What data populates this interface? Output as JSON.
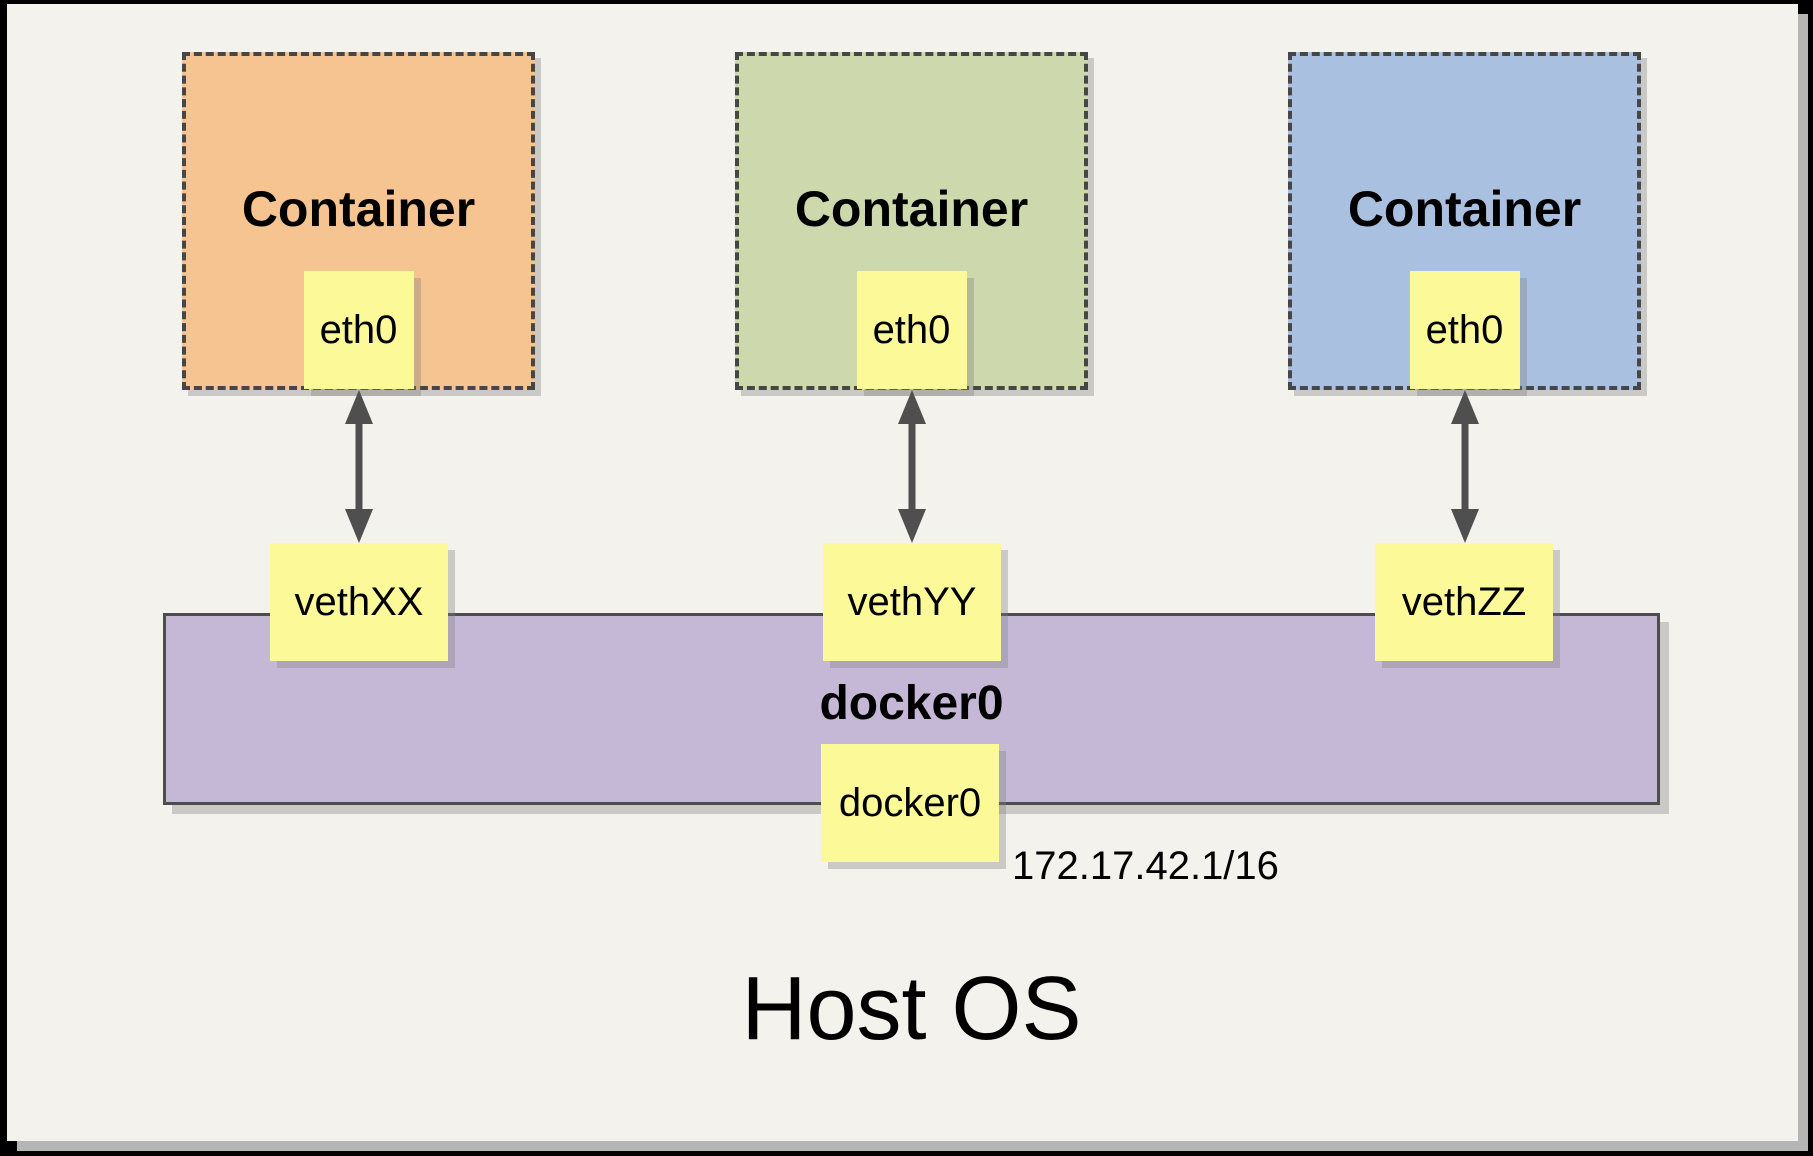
{
  "containers": [
    {
      "title": "Container",
      "eth": "eth0",
      "veth": "vethXX",
      "fill": "#f6c490"
    },
    {
      "title": "Container",
      "eth": "eth0",
      "veth": "vethYY",
      "fill": "#cdd8ad"
    },
    {
      "title": "Container",
      "eth": "eth0",
      "veth": "vethZZ",
      "fill": "#aac0e0"
    }
  ],
  "bridge": {
    "label": "docker0",
    "chip": "docker0",
    "ip": "172.17.42.1/16",
    "fill": "#c5b8d6"
  },
  "host": {
    "label": "Host OS"
  },
  "colors": {
    "chip_fill": "#fcfa98",
    "canvas_background": "#f4f2ec",
    "frame": "#000000",
    "arrow": "#4f4f4f",
    "dashed_border": "#464646",
    "bridge_border": "#4d4d4d"
  }
}
